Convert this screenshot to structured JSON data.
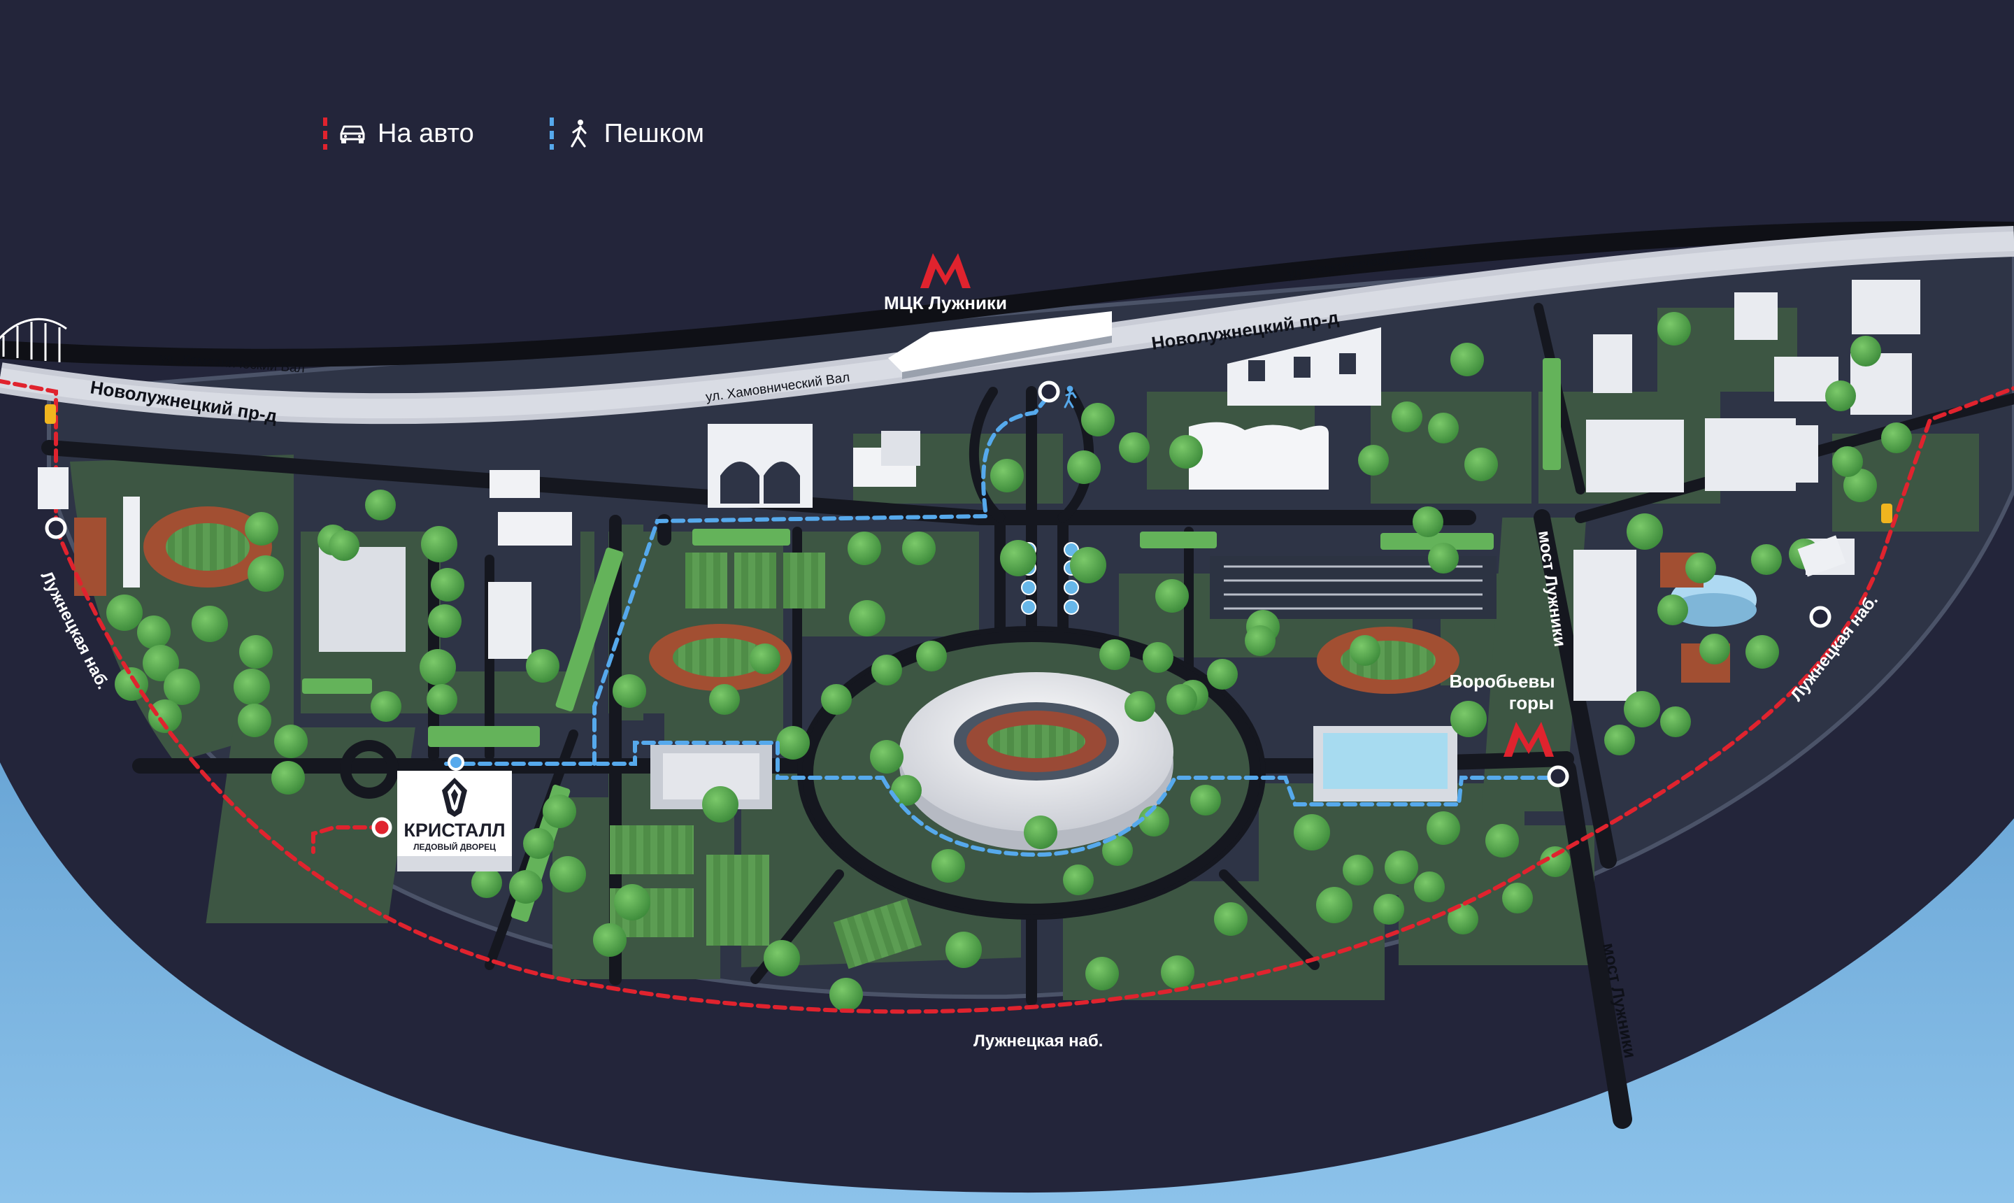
{
  "legend": {
    "car": {
      "label": "На авто",
      "icon": "car-icon",
      "color": "#e0232e"
    },
    "walk": {
      "label": "Пешком",
      "icon": "pedestrian-icon",
      "color": "#56a9ec"
    }
  },
  "labels": {
    "khamovnichesky_val_right": "ул. Хамовнический Вал",
    "khamovnichesky_val_mid": "ул. Хамовнический Вал",
    "khamovnichesky_val_left": "ул. Хамовнический Вал",
    "novoluzhnetsky_left": "Новолужнецкий пр-д",
    "novoluzhnetsky_right": "Новолужнецкий пр-д",
    "luzhnetskaya_left": "Лужнецкая наб.",
    "luzhnetskaya_bottom": "Лужнецкая наб.",
    "luzhnetskaya_right": "Лужнецкая наб.",
    "most_upper": "мост Лужники",
    "most_lower": "мост Лужники"
  },
  "stations": {
    "mck": {
      "name": "МЦК Лужники",
      "icon": "metro-icon"
    },
    "vorobyovy": {
      "name_line1": "Воробьевы",
      "name_line2": "горы",
      "icon": "metro-icon"
    }
  },
  "venue": {
    "name": "КРИСТАЛЛ",
    "subtitle": "ЛЕДОВЫЙ ДВОРЕЦ",
    "icon": "kristall-logo-icon"
  },
  "colors": {
    "background": "#23253a",
    "river": "#79b3e0",
    "park_ground": "#2d3445",
    "lawn": "#3f5a44",
    "car_route": "#e0232e",
    "walk_route": "#56a9ec",
    "metro": "#e0232e"
  }
}
